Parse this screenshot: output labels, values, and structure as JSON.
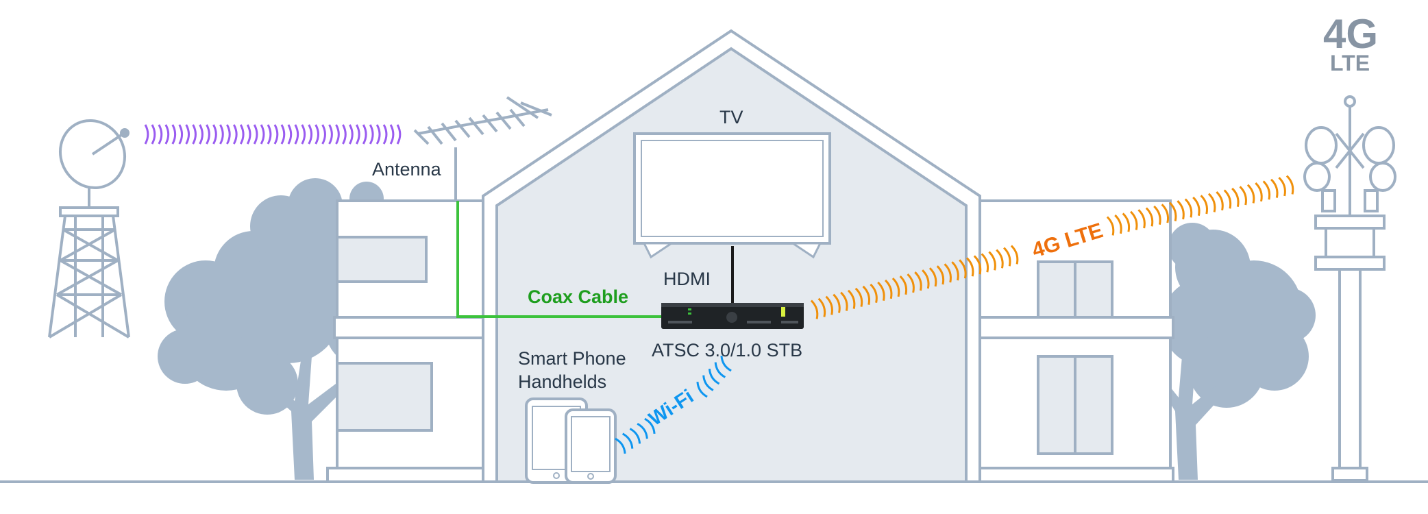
{
  "labels": {
    "antenna": "Antenna",
    "tv": "TV",
    "hdmi": "HDMI",
    "coax": "Coax Cable",
    "stb": "ATSC 3.0/1.0 STB",
    "phone_line1": "Smart Phone",
    "phone_line2": "Handhelds",
    "wifi": "Wi-Fi",
    "lte": "4G LTE",
    "badge_top": "4G",
    "badge_bottom": "LTE"
  },
  "colors": {
    "outline": "#9fb0c3",
    "house_fill": "#e5eaef",
    "tree": "#a6b8cb",
    "text_dark": "#283747",
    "coax": "#3cc23c",
    "coax_text": "#1e9e1e",
    "wifi": "#0e96f0",
    "lte": "#f0900a",
    "lte_text": "#ee6f0c",
    "broadcast": "#9a5cf0",
    "badge": "#8794a3"
  },
  "icons": [
    "satellite-dish-icon",
    "antenna-icon",
    "tv-icon",
    "set-top-box-icon",
    "phone-icon",
    "cell-tower-icon",
    "tree-icon"
  ]
}
